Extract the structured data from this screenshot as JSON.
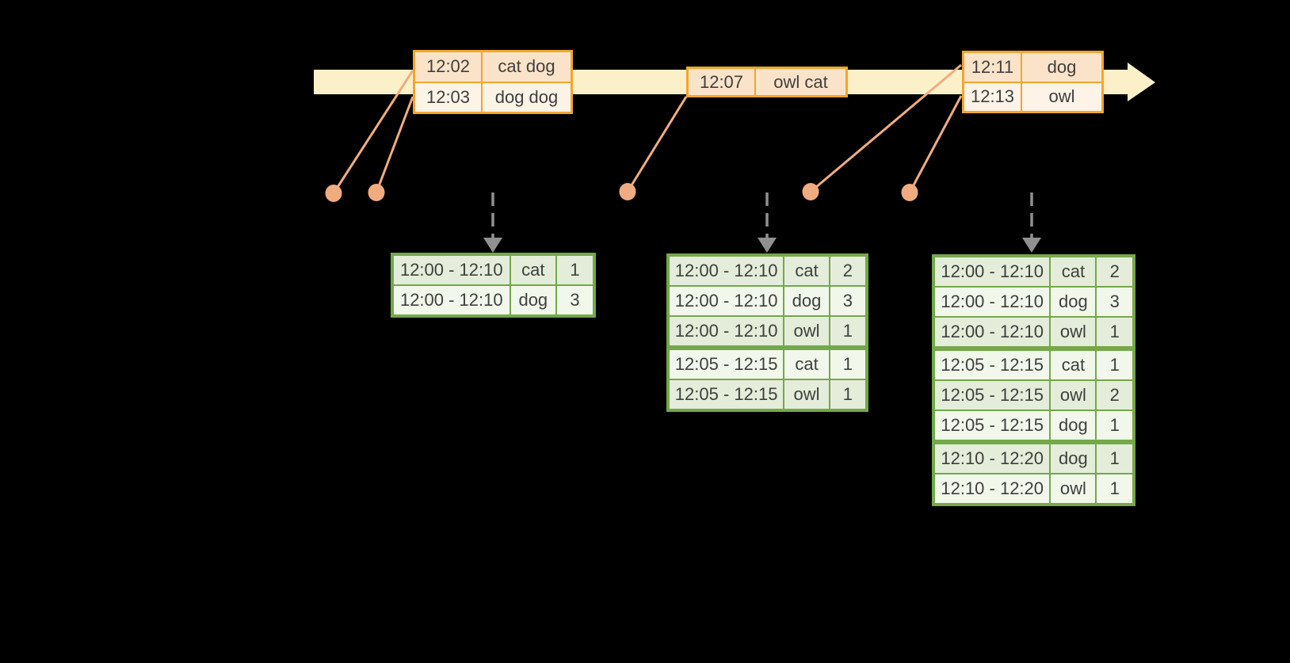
{
  "colors": {
    "timeline_fill": "#FCF0C8",
    "event_border": "#F0A62E",
    "event_fill_dark": "#FBE3C9",
    "event_fill_light": "#FDF3E7",
    "result_border": "#74A84B",
    "result_fill_dark": "#E3EDD9",
    "result_fill_light": "#F2F7EC",
    "connector": "#F0AC80",
    "trigger": "#909090",
    "text": "#3F3F3F",
    "background": "#000000"
  },
  "event_tables": [
    {
      "rows": [
        {
          "time": "12:02",
          "words": "cat dog"
        },
        {
          "time": "12:03",
          "words": "dog dog"
        }
      ]
    },
    {
      "rows": [
        {
          "time": "12:07",
          "words": "owl cat"
        }
      ]
    },
    {
      "rows": [
        {
          "time": "12:11",
          "words": "dog"
        },
        {
          "time": "12:13",
          "words": "owl"
        }
      ]
    }
  ],
  "result_tables": [
    {
      "rows": [
        {
          "window": "12:00 - 12:10",
          "word": "cat",
          "count": "1"
        },
        {
          "window": "12:00 - 12:10",
          "word": "dog",
          "count": "3"
        }
      ]
    },
    {
      "rows": [
        {
          "window": "12:00 - 12:10",
          "word": "cat",
          "count": "2"
        },
        {
          "window": "12:00 - 12:10",
          "word": "dog",
          "count": "3"
        },
        {
          "window": "12:00 - 12:10",
          "word": "owl",
          "count": "1"
        },
        {
          "window": "12:05 - 12:15",
          "word": "cat",
          "count": "1"
        },
        {
          "window": "12:05 - 12:15",
          "word": "owl",
          "count": "1"
        }
      ]
    },
    {
      "rows": [
        {
          "window": "12:00 - 12:10",
          "word": "cat",
          "count": "2"
        },
        {
          "window": "12:00 - 12:10",
          "word": "dog",
          "count": "3"
        },
        {
          "window": "12:00 - 12:10",
          "word": "owl",
          "count": "1"
        },
        {
          "window": "12:05 - 12:15",
          "word": "cat",
          "count": "1"
        },
        {
          "window": "12:05 - 12:15",
          "word": "owl",
          "count": "2"
        },
        {
          "window": "12:05 - 12:15",
          "word": "dog",
          "count": "1"
        },
        {
          "window": "12:10 - 12:20",
          "word": "dog",
          "count": "1"
        },
        {
          "window": "12:10 - 12:20",
          "word": "owl",
          "count": "1"
        }
      ]
    }
  ]
}
